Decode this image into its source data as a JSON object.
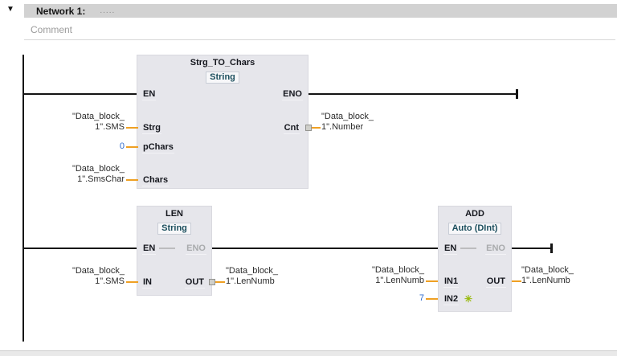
{
  "network": {
    "title": "Network 1:",
    "dots": ".....",
    "comment_placeholder": "Comment"
  },
  "colors": {
    "wire_black": "#141414",
    "wire_orange": "#EFA023",
    "constant_blue": "#2F6BCE",
    "block_fill": "#E6E6EB",
    "header_grey": "#D2D2D2",
    "type_text_teal": "#1C4F5E",
    "insert_star_green": "#98BA0C"
  },
  "icons": {
    "collapse": "▼",
    "insert_input_star": "✳",
    "output_box": "grey-square"
  },
  "blocks": {
    "strg_to_chars": {
      "title": "Strg_TO_Chars",
      "type": "String",
      "pins": {
        "en": "EN",
        "eno": "ENO",
        "strg": "Strg",
        "pchars": "pChars",
        "chars": "Chars",
        "cnt": "Cnt"
      }
    },
    "len": {
      "title": "LEN",
      "type": "String",
      "pins": {
        "en": "EN",
        "eno": "ENO",
        "in": "IN",
        "out": "OUT"
      }
    },
    "add": {
      "title": "ADD",
      "type": "Auto (DInt)",
      "pins": {
        "en": "EN",
        "eno": "ENO",
        "in1": "IN1",
        "in2": "IN2",
        "out": "OUT"
      }
    }
  },
  "operands": {
    "strg_in": "\"Data_block_\n1\".SMS",
    "pchars_in": "0",
    "chars_in": "\"Data_block_\n1\".SmsChar",
    "cnt_out": "\"Data_block_\n1\".Number",
    "len_in": "\"Data_block_\n1\".SMS",
    "len_out": "\"Data_block_\n1\".LenNumb",
    "add_in1": "\"Data_block_\n1\".LenNumb",
    "add_in2": "7",
    "add_out": "\"Data_block_\n1\".LenNumb"
  }
}
